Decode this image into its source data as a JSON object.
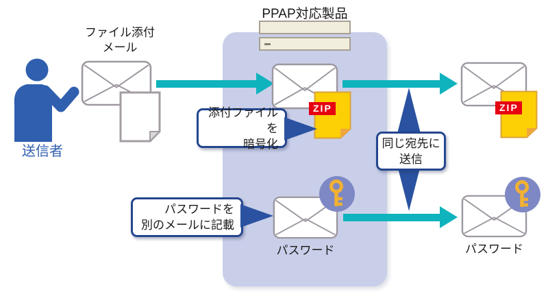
{
  "diagram": {
    "title": "PPAP対応製品",
    "sender_label": "送信者",
    "attachment_mail_label": {
      "line1": "ファイル添付",
      "line2": "メール"
    },
    "zip_badge": "ZIP",
    "callout_encrypt": {
      "line1": "添付ファイルを",
      "line2": "暗号化"
    },
    "callout_password": {
      "line1": "パスワードを",
      "line2": "別のメールに記載"
    },
    "callout_same_destination": {
      "line1": "同じ宛先に",
      "line2": "送信"
    },
    "password_label_product": "パスワード",
    "password_label_recipient": "パスワード"
  },
  "colors": {
    "panel_background": "#c9cfe9",
    "arrow_teal": "#0fb3bd",
    "accent_blue": "#2a52a0",
    "callout_border_navy": "#24468f",
    "person_blue": "#2f5fae",
    "zip_yellow": "#fcd005",
    "zip_fold_orange": "#f0a63c",
    "zip_red": "#e60012",
    "key_gold": "#f2b133",
    "key_badge_periwinkle": "#7d88c4",
    "envelope_outline_gray": "#9d97a0",
    "appliance_cream": "#f2eedd"
  }
}
